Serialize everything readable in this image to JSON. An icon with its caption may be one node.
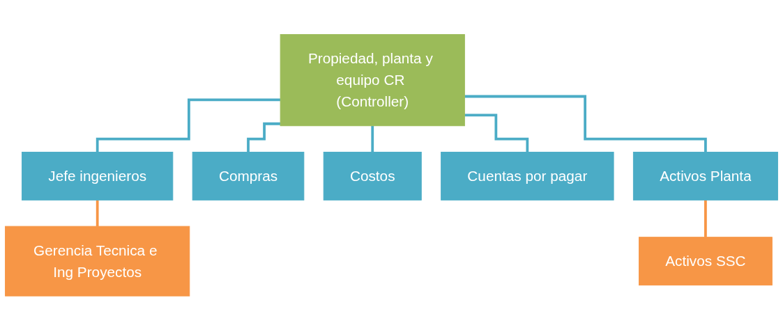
{
  "diagram": {
    "nodes": [
      {
        "text": [
          "Propiedad, planta y equipo CR (Controller)"
        ]
      },
      {
        "text": [
          "Jefe ingenieros"
        ]
      },
      {
        "text": [
          "Compras"
        ]
      },
      {
        "text": [
          "Costos"
        ]
      },
      {
        "text": [
          "Cuentas por pagar"
        ]
      },
      {
        "text": [
          "Activos Planta"
        ]
      },
      {
        "text": [
          "Gerencia Tecnica e Ing Proyectos"
        ]
      },
      {
        "text": [
          "Activos SSC"
        ]
      }
    ],
    "edges": [
      {
        "from": 0,
        "to": 1,
        "arrow": "none"
      },
      {
        "from": 0,
        "to": 2,
        "arrow": "none"
      },
      {
        "from": 0,
        "to": 3,
        "arrow": "none"
      },
      {
        "from": 0,
        "to": 4,
        "arrow": "none"
      },
      {
        "from": 0,
        "to": 5,
        "arrow": "none"
      },
      {
        "from": 1,
        "to": 6,
        "arrow": "none",
        "color": "#f79646"
      },
      {
        "from": 5,
        "to": 7,
        "arrow": "none",
        "color": "#f79646"
      }
    ]
  }
}
